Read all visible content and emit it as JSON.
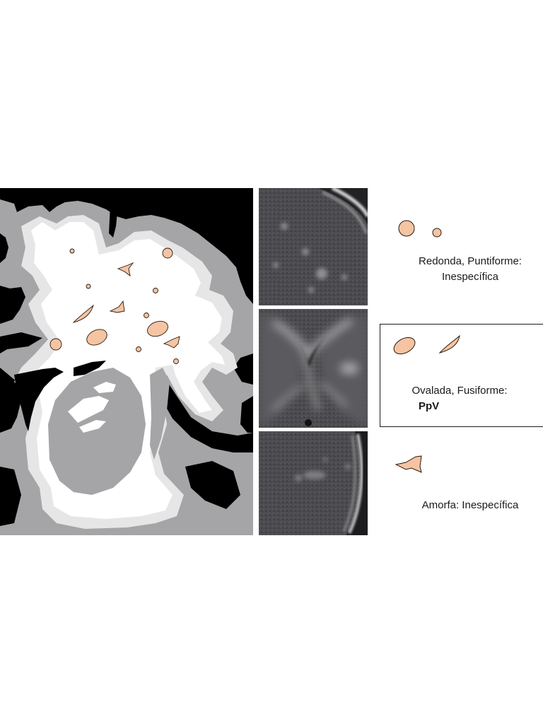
{
  "categories": [
    {
      "id": "redonda",
      "line1": "Redonda, Puntiforme:",
      "line2": "Inespecífica",
      "highlighted": false
    },
    {
      "id": "ovalada",
      "line1": "Ovalada, Fusiforme:",
      "line2": "PpV",
      "highlighted": true
    },
    {
      "id": "amorfa",
      "line1": "Amorfa: Inespecífica",
      "line2": "",
      "highlighted": false
    }
  ],
  "colors": {
    "lesion_fill": "#f5c4a2",
    "lesion_stroke": "#2a1a10",
    "gray_matter": "#a5a5a7",
    "white_matter": "#ffffff",
    "csf_background": "#000000",
    "box_border": "#1a1a1a"
  }
}
